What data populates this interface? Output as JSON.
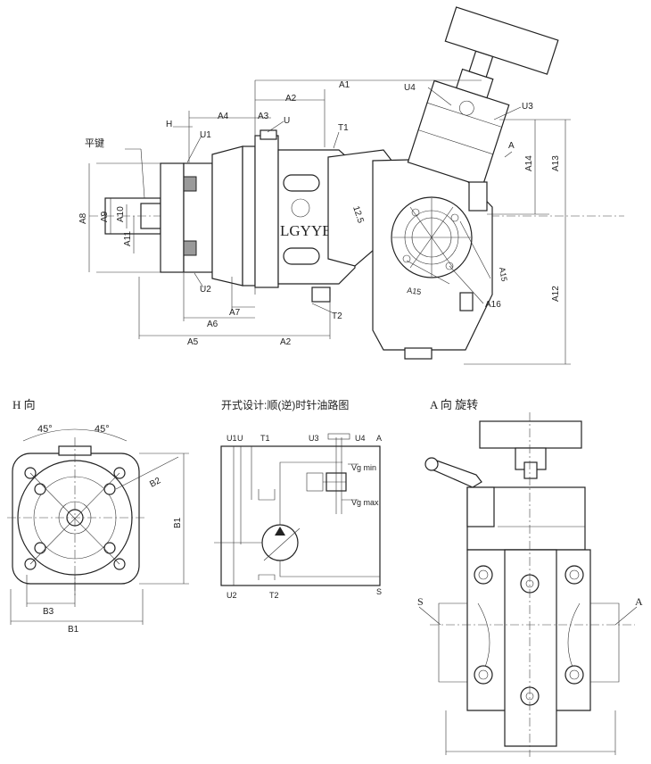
{
  "views": {
    "side": {
      "flat_key_label": "平键",
      "labels": [
        "H",
        "U1",
        "A4",
        "A3",
        "A2",
        "U",
        "A1",
        "T1",
        "U4",
        "U3",
        "A",
        "A13",
        "A14",
        "A8",
        "A9",
        "A10",
        "A11",
        "U2",
        "A7",
        "A6",
        "A5",
        "A2",
        "T2",
        "A12",
        "A15",
        "A15",
        "A16",
        "12.5"
      ],
      "nameplate": "LGYYB"
    },
    "h_view": {
      "title": "H 向",
      "angle_left": "45°",
      "angle_right": "45°",
      "labels": [
        "B2",
        "B1",
        "B3",
        "B1"
      ]
    },
    "circuit": {
      "title": "开式设计:顺(逆)时针油路图",
      "ports_top": [
        "U1",
        "U",
        "T1",
        "U3",
        "U4",
        "A"
      ],
      "labels": [
        "Vg min",
        "Vg max"
      ],
      "ports_bottom": [
        "U2",
        "T2",
        "S"
      ]
    },
    "a_view": {
      "title": "A 向 旋转",
      "label_left": "S",
      "label_right": "A"
    }
  }
}
